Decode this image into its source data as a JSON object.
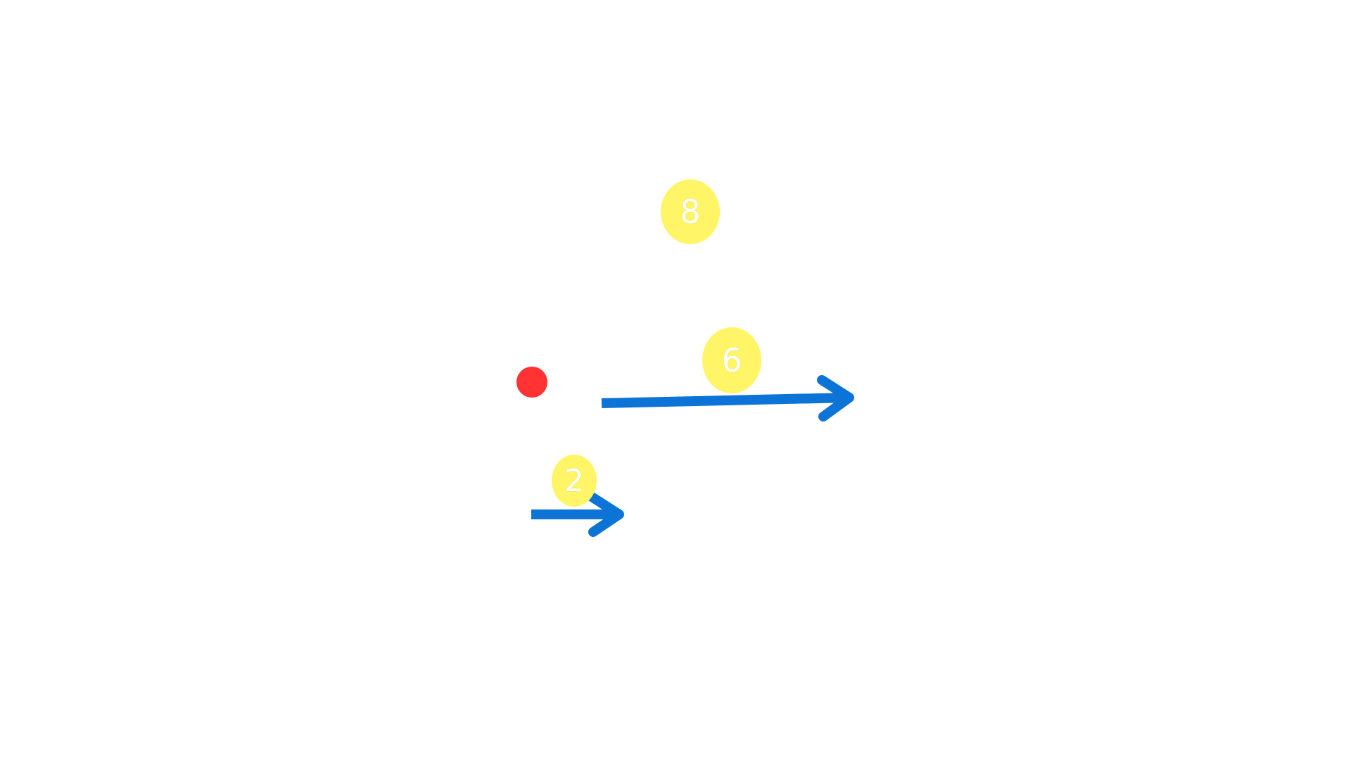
{
  "colors": {
    "background": "#ffffff",
    "badge_fill": "#fff566",
    "badge_text": "#ffffff",
    "arrow": "#0b74d6",
    "dot": "#ff3333"
  },
  "badges": [
    {
      "label": "8",
      "icon": "number-badge"
    },
    {
      "label": "6",
      "icon": "number-badge"
    },
    {
      "label": "2",
      "icon": "number-badge"
    }
  ],
  "shapes": {
    "dot": {
      "icon": "red-dot"
    },
    "arrows": [
      {
        "icon": "right-arrow",
        "direction": "right"
      },
      {
        "icon": "right-arrow",
        "direction": "right"
      }
    ]
  }
}
